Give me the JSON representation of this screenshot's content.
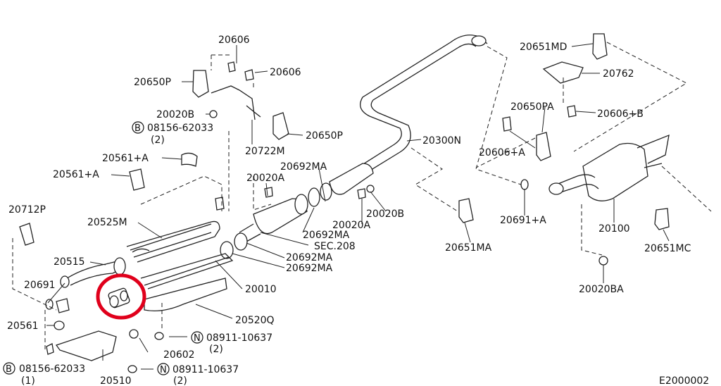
{
  "diagram_code": "E2000002",
  "highlight_color": "#e0001b",
  "callouts": {
    "p20606_top": "20606",
    "p20606_mid": "20606",
    "p20650P_left": "20650P",
    "p20020B": "20020B",
    "p08156_top_mark": "B",
    "p08156_top": "08156-62033",
    "p08156_top_qty": "(2)",
    "p20650P_right": "20650P",
    "p20722M": "20722M",
    "p20561A_1": "20561+A",
    "p20561A_2": "20561+A",
    "p20712P": "20712P",
    "p20525M": "20525M",
    "p20515": "20515",
    "p20691": "20691",
    "p20561": "20561",
    "p08156_bot_mark": "B",
    "p08156_bot": "08156-62033",
    "p08156_bot_qty": "(1)",
    "p20510": "20510",
    "p08911_bot_mark": "N",
    "p08911_bot": "08911-10637",
    "p08911_bot_qty": "(2)",
    "p20602": "20602",
    "p08911_mid_mark": "N",
    "p08911_mid": "08911-10637",
    "p08911_mid_qty": "(2)",
    "p20520Q": "20520Q",
    "p20010": "20010",
    "p20692MA_1": "20692MA",
    "p20692MA_2": "20692MA",
    "p20692MA_3": "20692MA",
    "p20692MA_4": "20692MA",
    "pSEC208": "SEC.208",
    "p20020A_1": "20020A",
    "p20020A_2": "20020A",
    "p20020B_2": "20020B",
    "p20300N": "20300N",
    "p20651MA": "20651MA",
    "p20651MD": "20651MD",
    "p20762": "20762",
    "p20650PA": "20650PA",
    "p20606B": "20606+B",
    "p20606A": "20606+A",
    "p20691A": "20691+A",
    "p20100": "20100",
    "p20651MC": "20651MC",
    "p20020BA": "20020BA"
  }
}
